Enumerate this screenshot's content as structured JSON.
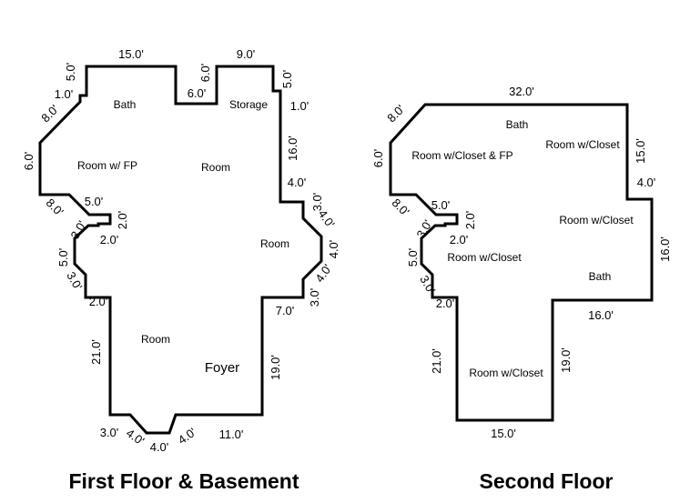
{
  "first_floor": {
    "title": "First Floor & Basement",
    "rooms": {
      "bath": "Bath",
      "storage": "Storage",
      "room_fp": "Room w/ FP",
      "room_center": "Room",
      "room_east": "Room",
      "room_south": "Room",
      "foyer": "Foyer"
    },
    "dims": {
      "top_left": "15.0'",
      "top_right": "9.0'",
      "notch_side": "6.0'",
      "notch_bottom": "6.0'",
      "left_top_vertical": "5.0'",
      "left_top_step": "1.0'",
      "left_diag_upper": "8.0'",
      "left_wall": "6.0'",
      "left_diag_lower": "8.0'",
      "left_ledge": "5.0'",
      "left_ledge_drop": "2.0'",
      "left_ledge_return": "2.0'",
      "left_bump_diag_upper": "3.0'",
      "left_bump_vertical": "5.0'",
      "left_bump_diag_lower": "3.0'",
      "left_step": "2.0'",
      "left_lower_wall": "21.0'",
      "bottom_left": "3.0'",
      "bottom_diag_left": "4.0'",
      "bottom_center": "4.0'",
      "bottom_diag_right": "4.0'",
      "bottom_right": "11.0'",
      "right_top_vertical": "5.0'",
      "right_top_step": "1.0'",
      "right_wall": "16.0'",
      "right_ledge": "4.0'",
      "right_ledge_drop": "3.0'",
      "right_bay_diag_upper": "4.0'",
      "right_bay_wall": "4.0'",
      "right_bay_diag_lower": "4.0'",
      "right_bay_drop": "3.0'",
      "right_inset": "7.0'",
      "right_lower_wall": "19.0'"
    }
  },
  "second_floor": {
    "title": "Second Floor",
    "rooms": {
      "bath_upper": "Bath",
      "room_closet_fp": "Room w/Closet & FP",
      "room_closet_ne": "Room w/Closet",
      "room_closet_e": "Room w/Closet",
      "room_closet_w": "Room w/Closet",
      "bath_lower": "Bath",
      "room_closet_s": "Room w/Closet"
    },
    "dims": {
      "top": "32.0'",
      "left_diag_upper": "8.0'",
      "left_wall": "6.0'",
      "left_diag_lower": "8.0'",
      "left_ledge": "5.0'",
      "left_ledge_drop": "2.0'",
      "left_ledge_return": "2.0'",
      "left_bump_diag_upper": "3.0'",
      "left_bump_vertical": "5.0'",
      "left_bump_diag_lower": "3.0'",
      "left_step": "2.0'",
      "left_lower_wall": "21.0'",
      "bottom": "15.0'",
      "inner_wall": "19.0'",
      "inner_ledge": "16.0'",
      "right_wall": "16.0'",
      "right_step": "4.0'",
      "right_upper_wall": "15.0'"
    }
  }
}
